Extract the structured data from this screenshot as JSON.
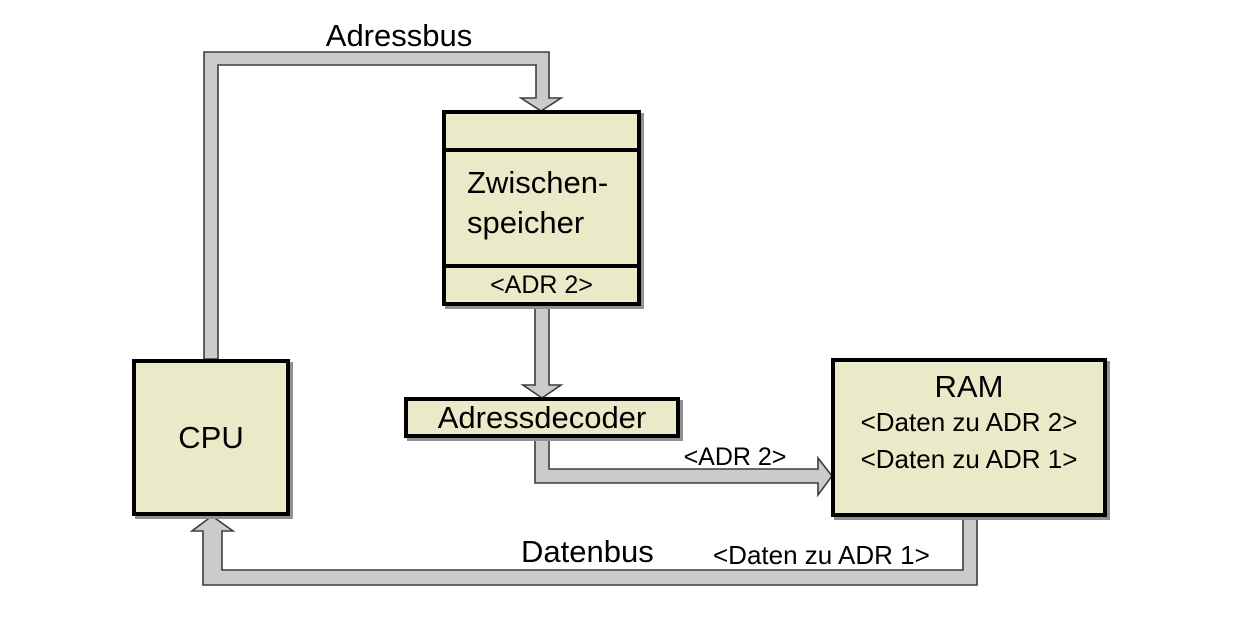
{
  "colors": {
    "background": "#ffffff",
    "box_fill": "#eaeac8",
    "box_border": "#000000",
    "bus_fill": "#cbcbcb",
    "bus_outline": "#3d3d3d",
    "text": "#000000"
  },
  "labels": {
    "adressbus": "Adressbus",
    "datenbus": "Datenbus",
    "adr2_bus": "<ADR 2>",
    "daten_zu_adr1_bus": "<Daten zu ADR 1>"
  },
  "boxes": {
    "cpu": {
      "label": "CPU"
    },
    "zwischenspeicher": {
      "line1": "Zwischen-",
      "line2": "speicher",
      "adr": "<ADR 2>"
    },
    "adressdecoder": {
      "label": "Adressdecoder"
    },
    "ram": {
      "title": "RAM",
      "line1": "<Daten zu ADR 2>",
      "line2": "<Daten zu ADR 1>"
    }
  }
}
